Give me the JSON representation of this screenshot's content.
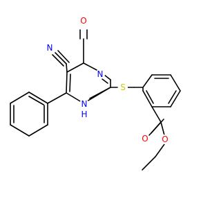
{
  "molecule": {
    "atoms": [
      {
        "id": "cyano_n",
        "text": "N",
        "color": "#0000ff"
      },
      {
        "id": "carbonyl_o",
        "text": "O",
        "color": "#ff0000"
      },
      {
        "id": "ring_n3",
        "text": "N",
        "color": "#0000ff"
      },
      {
        "id": "ring_nh",
        "text": "N",
        "color": "#0000ff"
      },
      {
        "id": "ring_nh_h",
        "text": "H",
        "color": "#0000ff"
      },
      {
        "id": "thioether_s",
        "text": "S",
        "color": "#cccc00"
      },
      {
        "id": "ester_o_carbonyl",
        "text": "O",
        "color": "#ff0000"
      },
      {
        "id": "ester_o_ether",
        "text": "O",
        "color": "#ff0000"
      }
    ],
    "bond_color": "#000000"
  }
}
